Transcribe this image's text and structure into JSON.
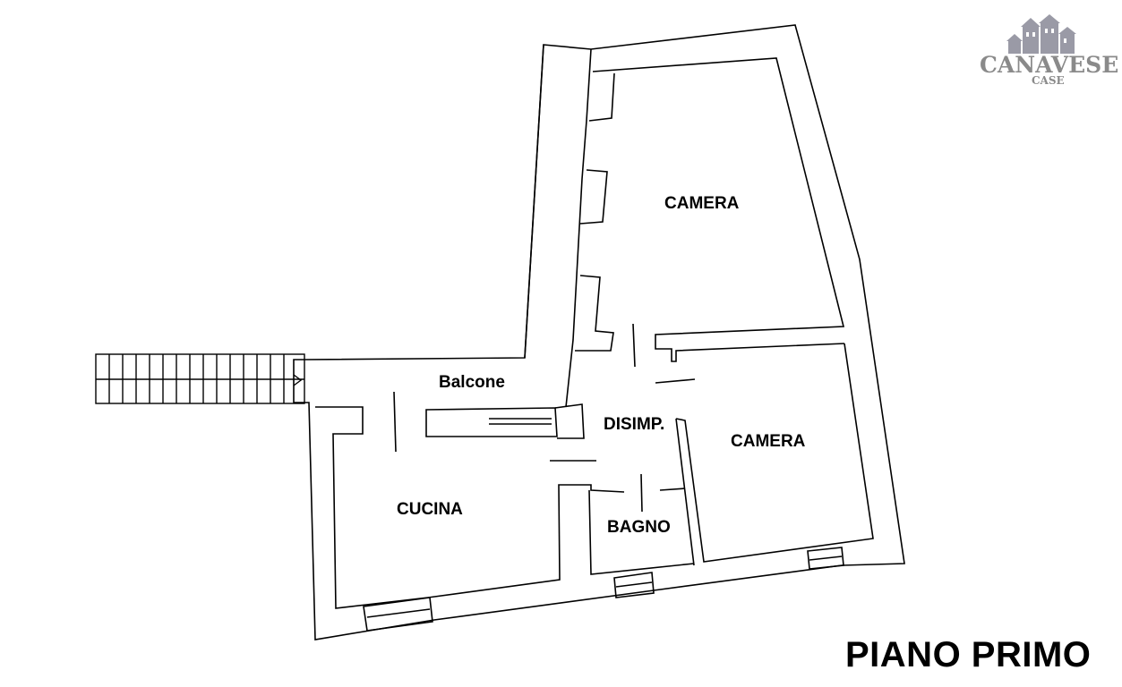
{
  "floor_title": "PIANO PRIMO",
  "rooms": {
    "camera_top": "CAMERA",
    "camera_right": "CAMERA",
    "balcone": "Balcone",
    "disimpegno": "DISIMP.",
    "cucina": "CUCINA",
    "bagno": "BAGNO"
  },
  "logo": {
    "main": "CANAVESE",
    "sub": "CASE"
  },
  "colors": {
    "line": "#000000",
    "background": "#ffffff",
    "logo": "#8a8a8a"
  }
}
